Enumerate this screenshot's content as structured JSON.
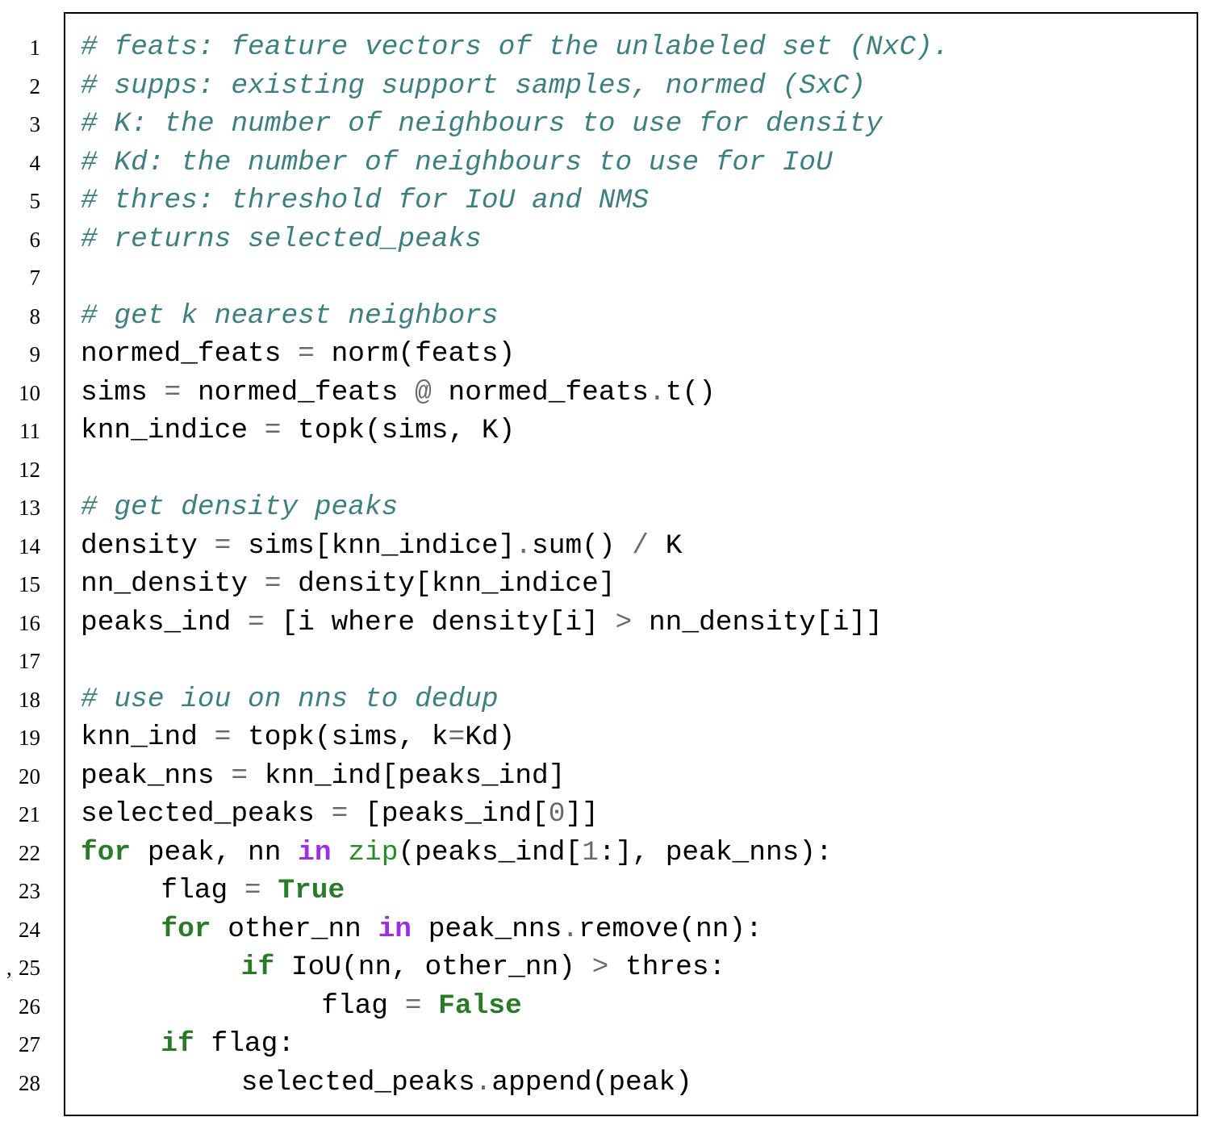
{
  "stray_mark": ",",
  "lines": [
    {
      "num": "1",
      "indent": 0,
      "tokens": [
        {
          "t": "# feats: feature vectors of the unlabeled set (NxC).",
          "c": "cm"
        }
      ]
    },
    {
      "num": "2",
      "indent": 0,
      "tokens": [
        {
          "t": "# supps: existing support samples, normed (SxC)",
          "c": "cm"
        }
      ]
    },
    {
      "num": "3",
      "indent": 0,
      "tokens": [
        {
          "t": "# K: the number of neighbours to use for density",
          "c": "cm"
        }
      ]
    },
    {
      "num": "4",
      "indent": 0,
      "tokens": [
        {
          "t": "# Kd: the number of neighbours to use for IoU",
          "c": "cm"
        }
      ]
    },
    {
      "num": "5",
      "indent": 0,
      "tokens": [
        {
          "t": "# thres: threshold for IoU and NMS",
          "c": "cm"
        }
      ]
    },
    {
      "num": "6",
      "indent": 0,
      "tokens": [
        {
          "t": "# returns selected_peaks",
          "c": "cm"
        }
      ]
    },
    {
      "num": "7",
      "indent": 0,
      "tokens": []
    },
    {
      "num": "8",
      "indent": 0,
      "tokens": [
        {
          "t": "# get k nearest neighbors",
          "c": "cm"
        }
      ]
    },
    {
      "num": "9",
      "indent": 0,
      "tokens": [
        {
          "t": "normed_feats ",
          "c": ""
        },
        {
          "t": "=",
          "c": "op"
        },
        {
          "t": " norm(feats)",
          "c": ""
        }
      ]
    },
    {
      "num": "10",
      "indent": 0,
      "tokens": [
        {
          "t": "sims ",
          "c": ""
        },
        {
          "t": "=",
          "c": "op"
        },
        {
          "t": " normed_feats ",
          "c": ""
        },
        {
          "t": "@",
          "c": "op"
        },
        {
          "t": " normed_feats",
          "c": ""
        },
        {
          "t": ".",
          "c": "op"
        },
        {
          "t": "t()",
          "c": ""
        }
      ]
    },
    {
      "num": "11",
      "indent": 0,
      "tokens": [
        {
          "t": "knn_indice ",
          "c": ""
        },
        {
          "t": "=",
          "c": "op"
        },
        {
          "t": " topk(sims, K)",
          "c": ""
        }
      ]
    },
    {
      "num": "12",
      "indent": 0,
      "tokens": []
    },
    {
      "num": "13",
      "indent": 0,
      "tokens": [
        {
          "t": "# get density peaks",
          "c": "cm"
        }
      ]
    },
    {
      "num": "14",
      "indent": 0,
      "tokens": [
        {
          "t": "density ",
          "c": ""
        },
        {
          "t": "=",
          "c": "op"
        },
        {
          "t": " sims[knn_indice]",
          "c": ""
        },
        {
          "t": ".",
          "c": "op"
        },
        {
          "t": "sum() ",
          "c": ""
        },
        {
          "t": "/",
          "c": "op"
        },
        {
          "t": " K",
          "c": ""
        }
      ]
    },
    {
      "num": "15",
      "indent": 0,
      "tokens": [
        {
          "t": "nn_density ",
          "c": ""
        },
        {
          "t": "=",
          "c": "op"
        },
        {
          "t": " density[knn_indice]",
          "c": ""
        }
      ]
    },
    {
      "num": "16",
      "indent": 0,
      "tokens": [
        {
          "t": "peaks_ind ",
          "c": ""
        },
        {
          "t": "=",
          "c": "op"
        },
        {
          "t": " [i where density[i] ",
          "c": ""
        },
        {
          "t": ">",
          "c": "op"
        },
        {
          "t": " nn_density[i]]",
          "c": ""
        }
      ]
    },
    {
      "num": "17",
      "indent": 0,
      "tokens": []
    },
    {
      "num": "18",
      "indent": 0,
      "tokens": [
        {
          "t": "# use iou on nns to dedup",
          "c": "cm"
        }
      ]
    },
    {
      "num": "19",
      "indent": 0,
      "tokens": [
        {
          "t": "knn_ind ",
          "c": ""
        },
        {
          "t": "=",
          "c": "op"
        },
        {
          "t": " topk(sims, k",
          "c": ""
        },
        {
          "t": "=",
          "c": "op"
        },
        {
          "t": "Kd)",
          "c": ""
        }
      ]
    },
    {
      "num": "20",
      "indent": 0,
      "tokens": [
        {
          "t": "peak_nns ",
          "c": ""
        },
        {
          "t": "=",
          "c": "op"
        },
        {
          "t": " knn_ind[peaks_ind]",
          "c": ""
        }
      ]
    },
    {
      "num": "21",
      "indent": 0,
      "tokens": [
        {
          "t": "selected_peaks ",
          "c": ""
        },
        {
          "t": "=",
          "c": "op"
        },
        {
          "t": " [peaks_ind[",
          "c": ""
        },
        {
          "t": "0",
          "c": "num"
        },
        {
          "t": "]]",
          "c": ""
        }
      ]
    },
    {
      "num": "22",
      "indent": 0,
      "tokens": [
        {
          "t": "for",
          "c": "kw"
        },
        {
          "t": " peak, nn ",
          "c": ""
        },
        {
          "t": "in",
          "c": "pk"
        },
        {
          "t": " ",
          "c": ""
        },
        {
          "t": "zip",
          "c": "fn"
        },
        {
          "t": "(peaks_ind[",
          "c": ""
        },
        {
          "t": "1",
          "c": "num"
        },
        {
          "t": ":], peak_nns):",
          "c": ""
        }
      ]
    },
    {
      "num": "23",
      "indent": 4,
      "tokens": [
        {
          "t": "flag ",
          "c": ""
        },
        {
          "t": "=",
          "c": "op"
        },
        {
          "t": " ",
          "c": ""
        },
        {
          "t": "True",
          "c": "kw"
        }
      ]
    },
    {
      "num": "24",
      "indent": 4,
      "tokens": [
        {
          "t": "for",
          "c": "kw"
        },
        {
          "t": " other_nn ",
          "c": ""
        },
        {
          "t": "in",
          "c": "pk"
        },
        {
          "t": " peak_nns",
          "c": ""
        },
        {
          "t": ".",
          "c": "op"
        },
        {
          "t": "remove(nn):",
          "c": ""
        }
      ]
    },
    {
      "num": "25",
      "indent": 8,
      "tokens": [
        {
          "t": "if",
          "c": "kw"
        },
        {
          "t": " IoU(nn, other_nn) ",
          "c": ""
        },
        {
          "t": ">",
          "c": "op"
        },
        {
          "t": " thres:",
          "c": ""
        }
      ]
    },
    {
      "num": "26",
      "indent": 12,
      "tokens": [
        {
          "t": "flag ",
          "c": ""
        },
        {
          "t": "=",
          "c": "op"
        },
        {
          "t": " ",
          "c": ""
        },
        {
          "t": "False",
          "c": "kw"
        }
      ]
    },
    {
      "num": "27",
      "indent": 4,
      "tokens": [
        {
          "t": "if",
          "c": "kw"
        },
        {
          "t": " flag:",
          "c": ""
        }
      ]
    },
    {
      "num": "28",
      "indent": 8,
      "tokens": [
        {
          "t": "selected_peaks",
          "c": ""
        },
        {
          "t": ".",
          "c": "op"
        },
        {
          "t": "append(peak)",
          "c": ""
        }
      ]
    }
  ]
}
